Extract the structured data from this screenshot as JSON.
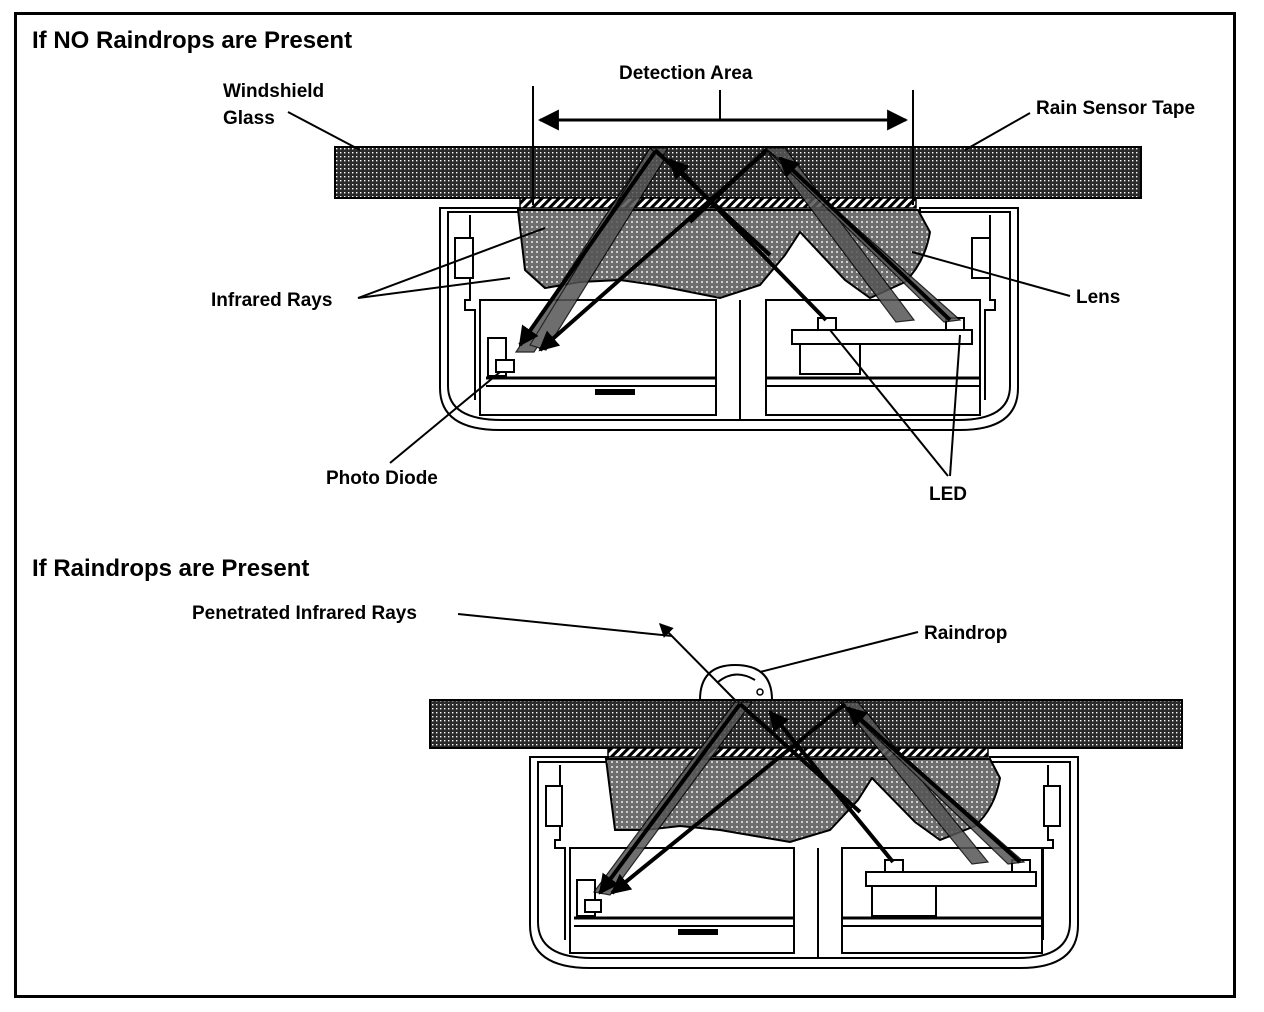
{
  "top": {
    "title": "If NO Raindrops are Present",
    "labels": {
      "detection_area": "Detection Area",
      "windshield_line1": "Windshield",
      "windshield_line2": "Glass",
      "rain_sensor_tape": "Rain Sensor Tape",
      "infrared_rays": "Infrared Rays",
      "lens": "Lens",
      "photo_diode": "Photo Diode",
      "led": "LED"
    }
  },
  "bottom": {
    "title": "If Raindrops are Present",
    "labels": {
      "penetrated_infrared_rays": "Penetrated Infrared Rays",
      "raindrop": "Raindrop"
    }
  },
  "colors": {
    "ink": "#000000",
    "glass_fill": "#3a3a3a",
    "lens_fill": "#8c8c8c",
    "background": "#ffffff"
  }
}
